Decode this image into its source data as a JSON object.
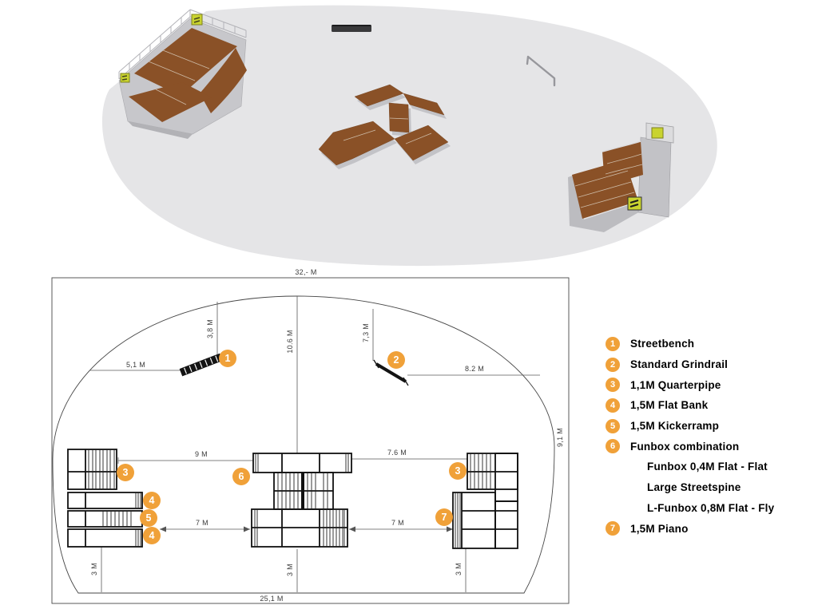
{
  "palette": {
    "marker_orange": "#f0a139",
    "ramp_brown": "#8a5127",
    "pad_gray": "#e5e5e7",
    "structure_gray": "#c7c7cb",
    "sign_yellow": "#c9d32f",
    "plan_line": "#3c3c3c"
  },
  "render3d": {
    "objects": [
      "left-ramp-complex",
      "streetbench",
      "funbox-combination",
      "grindrail",
      "quarterpipe-piano"
    ]
  },
  "plan": {
    "dims": {
      "w_top": "32,- M",
      "bench_x": "5,1 M",
      "bench_y": "3,8 M",
      "h_center": "10.6 M",
      "rail_y": "7,3 M",
      "rail_x": "8.2 M",
      "gap_9": "9 M",
      "gap_76": "7.6 M",
      "gap_7l": "7 M",
      "gap_7r": "7 M",
      "m3_left": "3 M",
      "m3_center": "3 M",
      "m3_right": "3 M",
      "w_bottom": "25,1 M",
      "h_right": "9,1 M"
    },
    "markers": [
      {
        "n": "1"
      },
      {
        "n": "2"
      },
      {
        "n": "3"
      },
      {
        "n": "6"
      },
      {
        "n": "3"
      },
      {
        "n": "4"
      },
      {
        "n": "5"
      },
      {
        "n": "4"
      },
      {
        "n": "7"
      }
    ]
  },
  "legend": {
    "items": [
      {
        "num": "1",
        "label": "Streetbench"
      },
      {
        "num": "2",
        "label": "Standard Grindrail"
      },
      {
        "num": "3",
        "label": "1,1M Quarterpipe"
      },
      {
        "num": "4",
        "label": "1,5M Flat Bank"
      },
      {
        "num": "5",
        "label": "1,5M Kickerramp"
      },
      {
        "num": "6",
        "label": "Funbox combination"
      },
      {
        "num": "",
        "label": "Funbox 0,4M Flat - Flat"
      },
      {
        "num": "",
        "label": "Large Streetspine"
      },
      {
        "num": "",
        "label": "L-Funbox 0,8M Flat - Fly"
      },
      {
        "num": "7",
        "label": "1,5M Piano"
      }
    ]
  }
}
